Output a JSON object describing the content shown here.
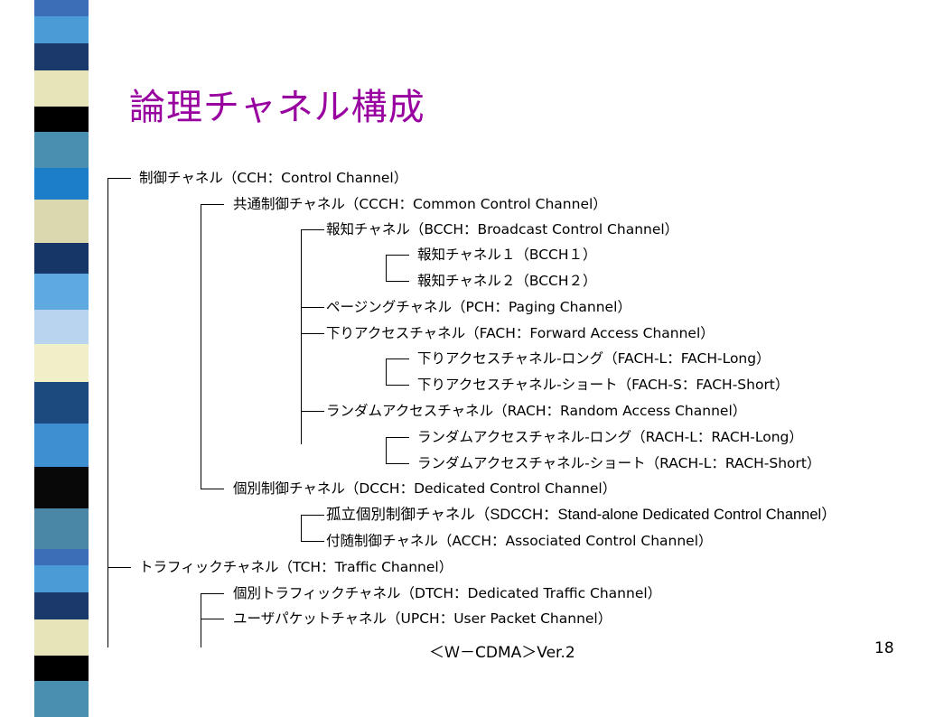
{
  "slide": {
    "title": "論理チャネル構成",
    "footer": "＜Ｗ－CDMA＞Ver.2",
    "page_number": "18"
  },
  "stripe_colors": [
    "#3a6fb8",
    "#4a9bd6",
    "#1b3a6b",
    "#e6e4b8",
    "#000000",
    "#4a8fb0",
    "#1c7ec8",
    "#d9d8ae",
    "#163668",
    "#5eaae0",
    "#b8d4ee",
    "#f0efc8",
    "#1d4a7e",
    "#3d8fd1",
    "#080808",
    "#4a86a5"
  ],
  "tree": [
    {
      "text": "制御チャネル（CCH：Control Channel）"
    },
    {
      "text": "共通制御チャネル（CCCH：Common Control Channel）"
    },
    {
      "text": "報知チャネル（BCCH：Broadcast Control Channel）"
    },
    {
      "text": "報知チャネル１（BCCH１）"
    },
    {
      "text": "報知チャネル２（BCCH２）"
    },
    {
      "text": "ページングチャネル（PCH：Paging Channel）"
    },
    {
      "text": "下りアクセスチャネル（FACH：Forward Access Channel）"
    },
    {
      "text": "下りアクセスチャネル-ロング（FACH-L：FACH-Long）"
    },
    {
      "text": "下りアクセスチャネル-ショート（FACH-S：FACH-Short）"
    },
    {
      "text": "ランダムアクセスチャネル（RACH：Random Access Channel）"
    },
    {
      "text": "ランダムアクセスチャネル-ロング（RACH-L：RACH-Long）"
    },
    {
      "text": "ランダムアクセスチャネル-ショート（RACH-L：RACH-Short）"
    },
    {
      "text": "個別制御チャネル（DCCH：Dedicated Control Channel）"
    },
    {
      "text": "孤立個別制御チャネル（SDCCH：Stand-alone Dedicated Control Channel）"
    },
    {
      "text": "付随制御チャネル（ACCH：Associated Control Channel）"
    },
    {
      "text": "トラフィックチャネル（TCH：Traffic Channel）"
    },
    {
      "text": "個別トラフィックチャネル（DTCH：Dedicated Traffic Channel）"
    },
    {
      "text": "ユーザパケットチャネル（UPCH：User Packet Channel）"
    }
  ]
}
